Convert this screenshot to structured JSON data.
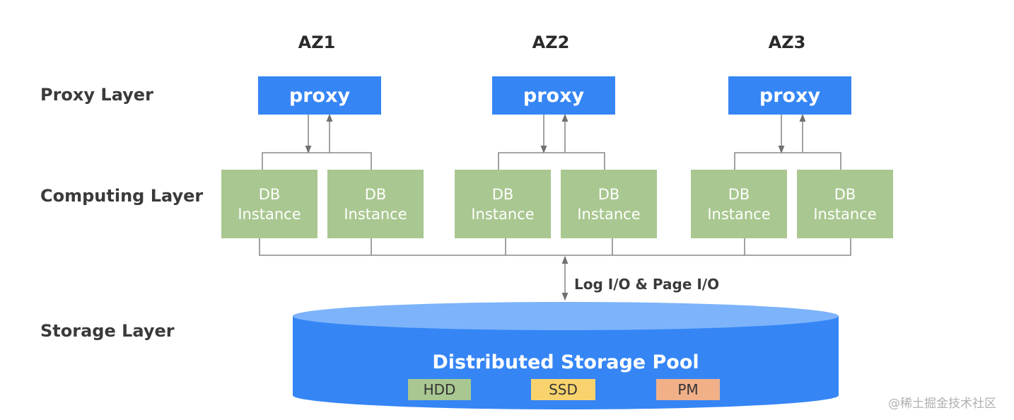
{
  "layers": {
    "proxy": "Proxy Layer",
    "computing": "Computing Layer",
    "storage": "Storage Layer"
  },
  "zones": [
    {
      "name": "AZ1",
      "proxy": "proxy",
      "instances": [
        {
          "line1": "DB",
          "line2": "Instance"
        },
        {
          "line1": "DB",
          "line2": "Instance"
        }
      ]
    },
    {
      "name": "AZ2",
      "proxy": "proxy",
      "instances": [
        {
          "line1": "DB",
          "line2": "Instance"
        },
        {
          "line1": "DB",
          "line2": "Instance"
        }
      ]
    },
    {
      "name": "AZ3",
      "proxy": "proxy",
      "instances": [
        {
          "line1": "DB",
          "line2": "Instance"
        },
        {
          "line1": "DB",
          "line2": "Instance"
        }
      ]
    }
  ],
  "io_label": "Log I/O & Page I/O",
  "storage": {
    "title": "Distributed Storage Pool",
    "media": [
      {
        "label": "HDD",
        "color": "#a9c790"
      },
      {
        "label": "SSD",
        "color": "#f8d36d"
      },
      {
        "label": "PM",
        "color": "#f1b088"
      }
    ]
  },
  "watermark": "@稀土掘金技术社区",
  "colors": {
    "proxy": "#3585f5",
    "db_instance": "#a9c790",
    "pool_top": "#7cb3fa",
    "pool_body": "#3585f5",
    "connector": "#8a8a8a"
  }
}
